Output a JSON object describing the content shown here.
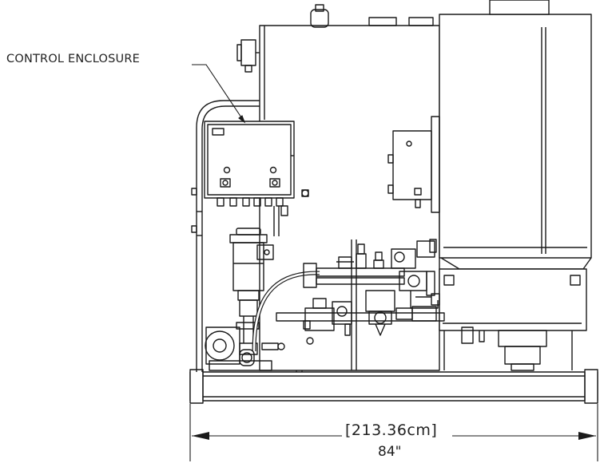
{
  "callout": {
    "label": "CONTROL ENCLOSURE"
  },
  "dimension": {
    "metric": "213.36cm",
    "imperial": "84\""
  },
  "colors": {
    "line": "#1a1a1a",
    "background": "#ffffff"
  }
}
